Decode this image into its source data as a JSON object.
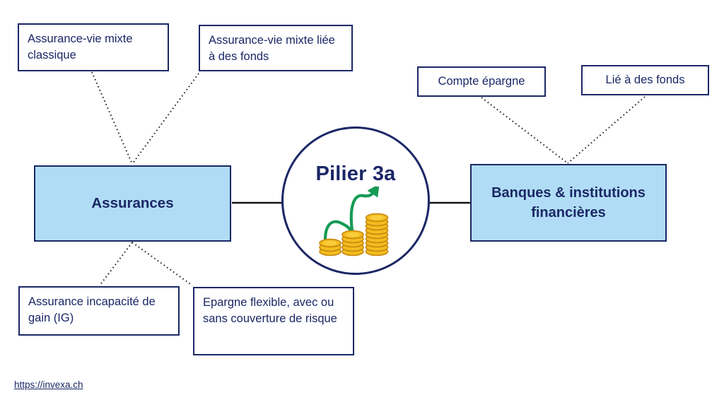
{
  "colors": {
    "navy": "#1B2766",
    "light-blue": "#B0DDF5",
    "line": "#141414",
    "green": "#169B55",
    "gold": "#F3BD1F",
    "gold-dark": "#C8860D",
    "gold-light": "#F8CE3E"
  },
  "center": {
    "title": "Pilier 3a",
    "icon": "coin-stacks-growth-icon"
  },
  "left_branch": {
    "label": "Assurances",
    "children": [
      {
        "label": "Assurance-vie mixte classique"
      },
      {
        "label": "Assurance-vie mixte liée à des fonds"
      },
      {
        "label": "Assurance incapacité de gain (IG)"
      },
      {
        "label": "Epargne flexible, avec ou sans couverture de risque"
      }
    ]
  },
  "right_branch": {
    "label": "Banques & institutions financières",
    "children": [
      {
        "label": "Compte épargne"
      },
      {
        "label": "Lié à des fonds"
      }
    ]
  },
  "footer": {
    "link_text": "https://invexa.ch"
  }
}
